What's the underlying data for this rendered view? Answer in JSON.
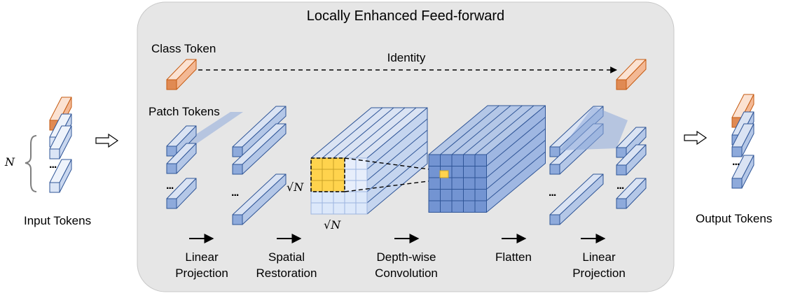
{
  "title": "Locally Enhanced Feed-forward",
  "labels": {
    "class_token": "Class Token",
    "identity": "Identity",
    "patch_tokens": "Patch Tokens",
    "input_tokens": "Input Tokens",
    "output_tokens": "Output Tokens",
    "n_symbol": "N",
    "sqrt_n_side": "√N",
    "sqrt_n_bottom": "√N",
    "ellipsis": "..."
  },
  "steps": [
    {
      "line1": "Linear",
      "line2": "Projection"
    },
    {
      "line1": "Spatial",
      "line2": "Restoration"
    },
    {
      "line1": "Depth-wise",
      "line2": "Convolution"
    },
    {
      "line1": "Flatten",
      "line2": ""
    },
    {
      "line1": "Linear",
      "line2": "Projection"
    }
  ],
  "colors": {
    "panel": "#e6e6e6",
    "panel_border": "#c8c8c8",
    "class_front": "#e08a53",
    "class_top": "#fbe2d2",
    "class_side": "#f3b894",
    "class_stroke": "#c55a11",
    "token_front": "#8eaadb",
    "token_top": "#dae3f3",
    "token_light_front": "#dbe5f6",
    "token_stroke": "#2f5597",
    "grid_dark": "#7394d2",
    "highlight": "#ffd34d",
    "projection": "#8ea9db"
  }
}
